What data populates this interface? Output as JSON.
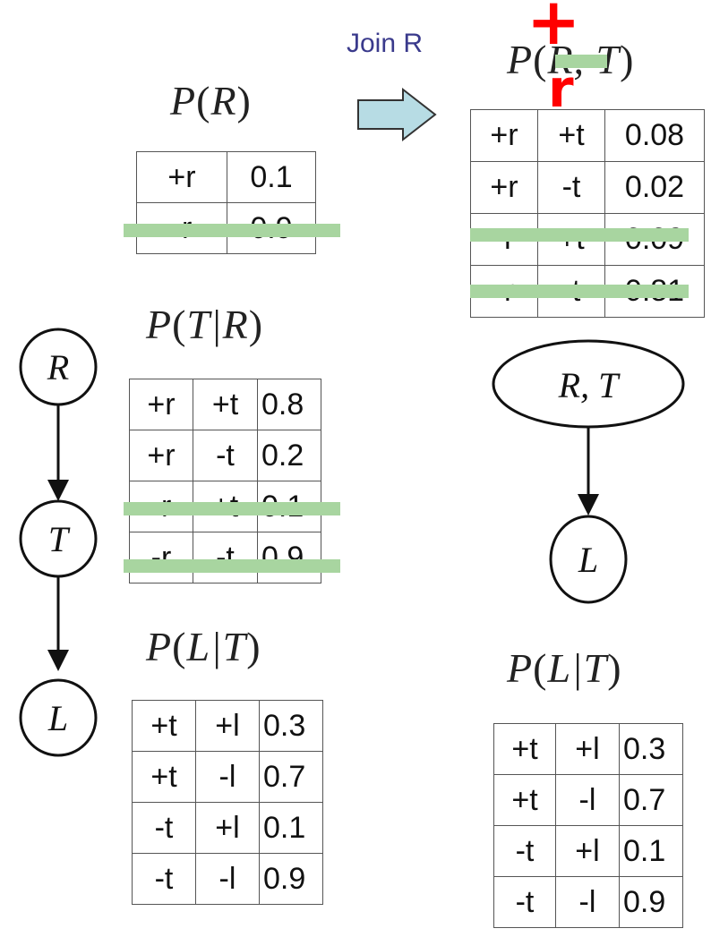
{
  "action": {
    "label": "Join R",
    "arrow_icon": "right-arrow-icon",
    "arrow_color": "#b7dce4"
  },
  "annotations": {
    "plus_sign": "+",
    "replacement_letter": "r",
    "color": "#ff0000",
    "strike_color": "#a8d5a0"
  },
  "left": {
    "graph": {
      "nodes": [
        "R",
        "T",
        "L"
      ],
      "edges": [
        [
          "R",
          "T"
        ],
        [
          "T",
          "L"
        ]
      ]
    },
    "p_r": {
      "title_fn": "P",
      "title_arg": "R",
      "rows": [
        {
          "cells": [
            "+r",
            "0.1"
          ],
          "struck": false
        },
        {
          "cells": [
            "-r",
            "0.9"
          ],
          "struck": true
        }
      ]
    },
    "p_t_given_r": {
      "title_fn": "P",
      "title_arg": "T|R",
      "rows": [
        {
          "cells": [
            "+r",
            "+t",
            "0.8"
          ],
          "struck": false
        },
        {
          "cells": [
            "+r",
            "-t",
            "0.2"
          ],
          "struck": false
        },
        {
          "cells": [
            "-r",
            "+t",
            "0.1"
          ],
          "struck": true
        },
        {
          "cells": [
            "-r",
            "-t",
            "0.9"
          ],
          "struck": true
        }
      ]
    },
    "p_l_given_t": {
      "title_fn": "P",
      "title_arg": "L|T",
      "rows": [
        {
          "cells": [
            "+t",
            "+l",
            "0.3"
          ],
          "struck": false
        },
        {
          "cells": [
            "+t",
            "-l",
            "0.7"
          ],
          "struck": false
        },
        {
          "cells": [
            "-t",
            "+l",
            "0.1"
          ],
          "struck": false
        },
        {
          "cells": [
            "-t",
            "-l",
            "0.9"
          ],
          "struck": false
        }
      ]
    }
  },
  "right": {
    "graph": {
      "nodes": [
        "R, T",
        "L"
      ],
      "edges": [
        [
          "R, T",
          "L"
        ]
      ]
    },
    "p_rt": {
      "title_fn": "P",
      "title_arg": "R, T",
      "rows": [
        {
          "cells": [
            "+r",
            "+t",
            "0.08"
          ],
          "struck": false
        },
        {
          "cells": [
            "+r",
            "-t",
            "0.02"
          ],
          "struck": false
        },
        {
          "cells": [
            "-r",
            "+t",
            "0.09"
          ],
          "struck": true
        },
        {
          "cells": [
            "-r",
            "-t",
            "0.81"
          ],
          "struck": true
        }
      ]
    },
    "p_l_given_t": {
      "title_fn": "P",
      "title_arg": "L|T",
      "rows": [
        {
          "cells": [
            "+t",
            "+l",
            "0.3"
          ],
          "struck": false
        },
        {
          "cells": [
            "+t",
            "-l",
            "0.7"
          ],
          "struck": false
        },
        {
          "cells": [
            "-t",
            "+l",
            "0.1"
          ],
          "struck": false
        },
        {
          "cells": [
            "-t",
            "-l",
            "0.9"
          ],
          "struck": false
        }
      ]
    }
  }
}
